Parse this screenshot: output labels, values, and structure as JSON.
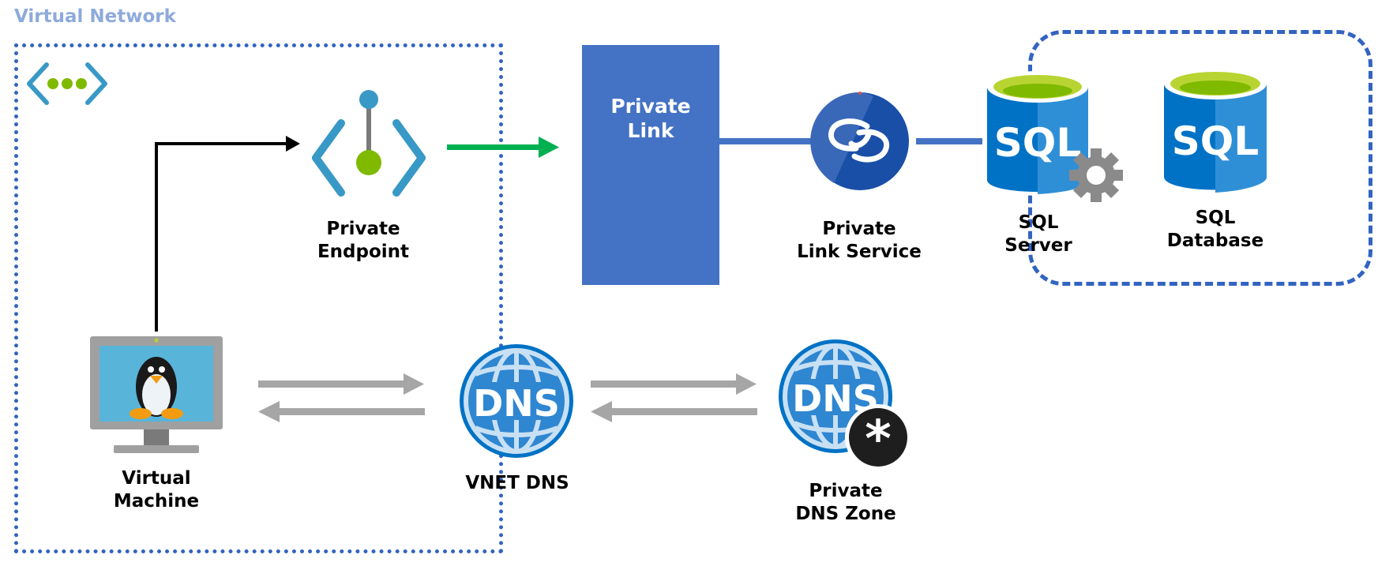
{
  "diagram": {
    "vnet_title": "Virtual Network",
    "colors": {
      "vnet_border": "#3264c0",
      "vnet_title": "#8eaadb",
      "private_link_fill": "#4472c4",
      "connector_blue": "#4472c4",
      "green_arrow": "#00b050",
      "gray_arrow": "#a6a6a6",
      "black_arrow": "#000000",
      "azure_blue": "#0072c6",
      "sql_top": "#b8d432"
    },
    "nodes": {
      "private_endpoint": {
        "icon": "private-endpoint-icon",
        "label_lines": [
          "Private",
          "Endpoint"
        ]
      },
      "private_link": {
        "label_lines": [
          "Private",
          "Link"
        ]
      },
      "private_link_service": {
        "icon": "private-link-service-icon",
        "label_lines": [
          "Private",
          "Link Service"
        ]
      },
      "sql_server": {
        "icon": "sql-server-icon",
        "icon_text": "SQL",
        "label_lines": [
          "SQL",
          "Server"
        ]
      },
      "sql_database": {
        "icon": "sql-database-icon",
        "icon_text": "SQL",
        "label_lines": [
          "SQL",
          "Database"
        ]
      },
      "virtual_machine": {
        "icon": "linux-vm-icon",
        "label_lines": [
          "Virtual",
          "Machine"
        ]
      },
      "vnet_dns": {
        "icon": "dns-globe-icon",
        "icon_text": "DNS",
        "label_lines": [
          "VNET DNS"
        ]
      },
      "private_dns_zone": {
        "icon": "private-dns-zone-icon",
        "icon_text": "DNS",
        "badge": "*",
        "label_lines": [
          "Private",
          "DNS Zone"
        ]
      }
    },
    "edges": [
      {
        "from": "virtual_machine",
        "to": "private_endpoint",
        "style": "black-elbow-arrow"
      },
      {
        "from": "private_endpoint",
        "to": "private_link",
        "style": "green-arrow"
      },
      {
        "from": "private_link",
        "to": "private_link_service",
        "style": "blue-line"
      },
      {
        "from": "private_link_service",
        "to": "sql_server",
        "style": "blue-line"
      },
      {
        "from": "virtual_machine",
        "to": "vnet_dns",
        "style": "gray-arrow"
      },
      {
        "from": "vnet_dns",
        "to": "virtual_machine",
        "style": "gray-arrow"
      },
      {
        "from": "vnet_dns",
        "to": "private_dns_zone",
        "style": "gray-arrow"
      },
      {
        "from": "private_dns_zone",
        "to": "vnet_dns",
        "style": "gray-arrow"
      }
    ]
  }
}
